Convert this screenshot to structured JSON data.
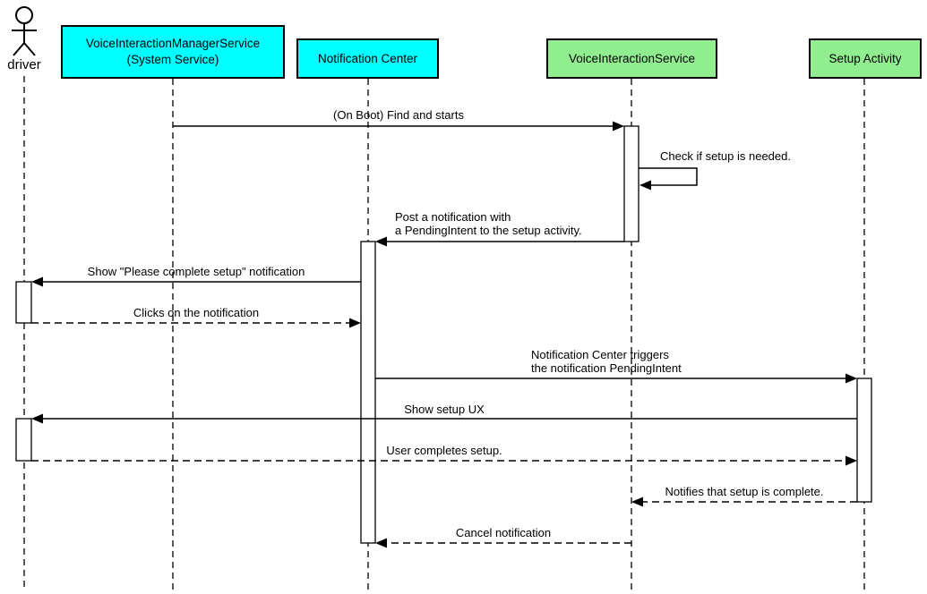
{
  "diagram": {
    "kind": "uml-sequence-diagram",
    "background": "#ffffff",
    "line_color": "#000000"
  },
  "participants": [
    {
      "id": "driver",
      "kind": "actor",
      "label": "driver"
    },
    {
      "id": "voice-interaction-manager-service",
      "kind": "box",
      "label": "VoiceInteractionManagerService\n(System Service)",
      "fill": "#00ffff"
    },
    {
      "id": "notification-center",
      "kind": "box",
      "label": "Notification Center",
      "fill": "#00ffff"
    },
    {
      "id": "voice-interaction-service",
      "kind": "box",
      "label": "VoiceInteractionService",
      "fill": "#90ee90"
    },
    {
      "id": "setup-activity",
      "kind": "box",
      "label": "Setup Activity",
      "fill": "#90ee90"
    }
  ],
  "messages": [
    {
      "label": "(On Boot) Find and starts",
      "from": "VoiceInteractionManagerService (System Service)",
      "to": "VoiceInteractionService",
      "line": "solid"
    },
    {
      "label": "Check if setup is needed.",
      "from": "VoiceInteractionService",
      "to": "VoiceInteractionService",
      "line": "solid-self"
    },
    {
      "label": "Post a notification with\na PendingIntent to the setup activity.",
      "from": "VoiceInteractionService",
      "to": "Notification Center",
      "line": "solid"
    },
    {
      "label": "Show \"Please complete setup\" notification",
      "from": "Notification Center",
      "to": "driver",
      "line": "solid"
    },
    {
      "label": "Clicks on the notification",
      "from": "driver",
      "to": "Notification Center",
      "line": "dashed"
    },
    {
      "label": "Notification Center triggers\nthe notification PendingIntent",
      "from": "Notification Center",
      "to": "Setup Activity",
      "line": "solid"
    },
    {
      "label": "Show setup UX",
      "from": "Setup Activity",
      "to": "driver",
      "line": "solid"
    },
    {
      "label": "User completes setup.",
      "from": "driver",
      "to": "Setup Activity",
      "line": "dashed"
    },
    {
      "label": "Notifies that setup is complete.",
      "from": "Setup Activity",
      "to": "VoiceInteractionService",
      "line": "dashed"
    },
    {
      "label": "Cancel notification",
      "from": "VoiceInteractionService",
      "to": "Notification Center",
      "line": "dashed"
    }
  ],
  "colors": {
    "participant_cyan": "#00ffff",
    "participant_green": "#90ee90",
    "stroke": "#000000",
    "activation_fill": "#ffffff"
  }
}
